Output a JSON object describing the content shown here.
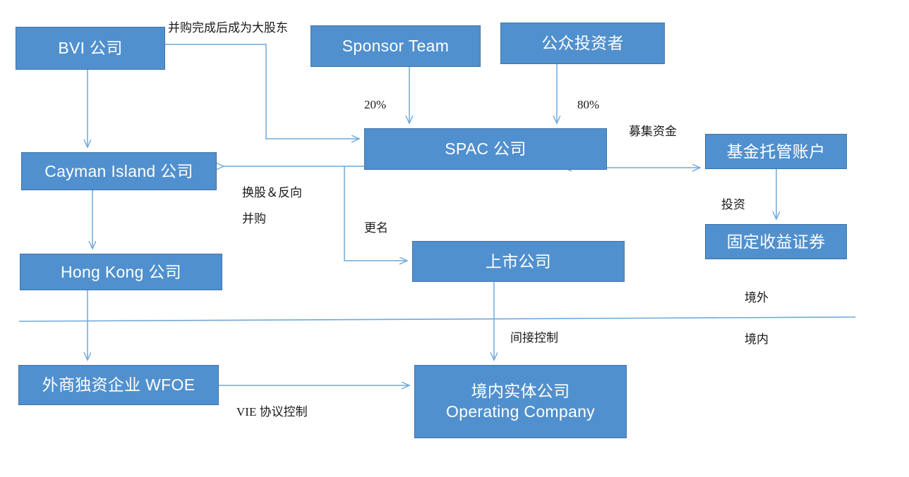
{
  "diagram": {
    "title_text_absent": "",
    "theme": {
      "node_fill": "#5190CE",
      "node_border": "#3D73A8",
      "node_text": "#FFFFFF",
      "connector": "#6FA8DC",
      "label_text": "#1A1A1A",
      "background": "#FFFFFF"
    },
    "nodes": [
      {
        "id": "bvi",
        "label": "BVI 公司"
      },
      {
        "id": "sponsor",
        "label": "Sponsor Team"
      },
      {
        "id": "public",
        "label": "公众投资者"
      },
      {
        "id": "cayman",
        "label": "Cayman Island 公司"
      },
      {
        "id": "spac",
        "label": "SPAC 公司"
      },
      {
        "id": "trust",
        "label": "基金托管账户"
      },
      {
        "id": "fixedinc",
        "label": "固定收益证券"
      },
      {
        "id": "hongkong",
        "label": "Hong Kong 公司"
      },
      {
        "id": "listed",
        "label": "上市公司"
      },
      {
        "id": "wfoe",
        "label": "外商独资企业 WFOE"
      },
      {
        "id": "opco",
        "label_cn": "境内实体公司",
        "label_en": "Operating Company"
      }
    ],
    "edge_labels": [
      {
        "id": "majority",
        "text": "并购完成后成为大股东"
      },
      {
        "id": "pct20",
        "text": "20%"
      },
      {
        "id": "pct80",
        "text": "80%"
      },
      {
        "id": "raise_funds",
        "text": "募集资金"
      },
      {
        "id": "swap_line1",
        "text": "换股＆反向"
      },
      {
        "id": "swap_line2",
        "text": "并购"
      },
      {
        "id": "rename",
        "text": "更名"
      },
      {
        "id": "invest",
        "text": "投资"
      },
      {
        "id": "indirect",
        "text": "间接控制"
      },
      {
        "id": "vie",
        "text": "VIE 协议控制"
      }
    ],
    "zone_labels": [
      {
        "id": "offshore",
        "text": "境外"
      },
      {
        "id": "onshore",
        "text": "境内"
      }
    ]
  }
}
